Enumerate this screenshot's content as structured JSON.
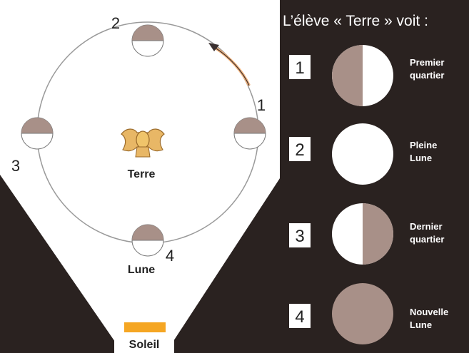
{
  "panel_title": "L’élève « Terre » voit :",
  "orbit_labels": {
    "earth": "Terre",
    "moon": "Lune",
    "sun": "Soleil"
  },
  "position_numbers": [
    "1",
    "2",
    "3",
    "4"
  ],
  "phases": [
    {
      "number": "1",
      "line1": "Premier",
      "line2": "quartier"
    },
    {
      "number": "2",
      "line1": "Pleine",
      "line2": "Lune"
    },
    {
      "number": "3",
      "line1": "Dernier",
      "line2": "quartier"
    },
    {
      "number": "4",
      "line1": "Nouvelle",
      "line2": "Lune"
    }
  ],
  "colors": {
    "dark_background": "#2a2220",
    "moon_shadow": "#a89088",
    "moon_lit": "#ffffff",
    "orbit_line": "#9a9a9a",
    "sun": "#f5a623",
    "arrow": "#f2b27a",
    "earth": "#e8b766"
  },
  "icons": {
    "earth": "earth-figure-icon",
    "direction": "curved-arrow-icon"
  }
}
